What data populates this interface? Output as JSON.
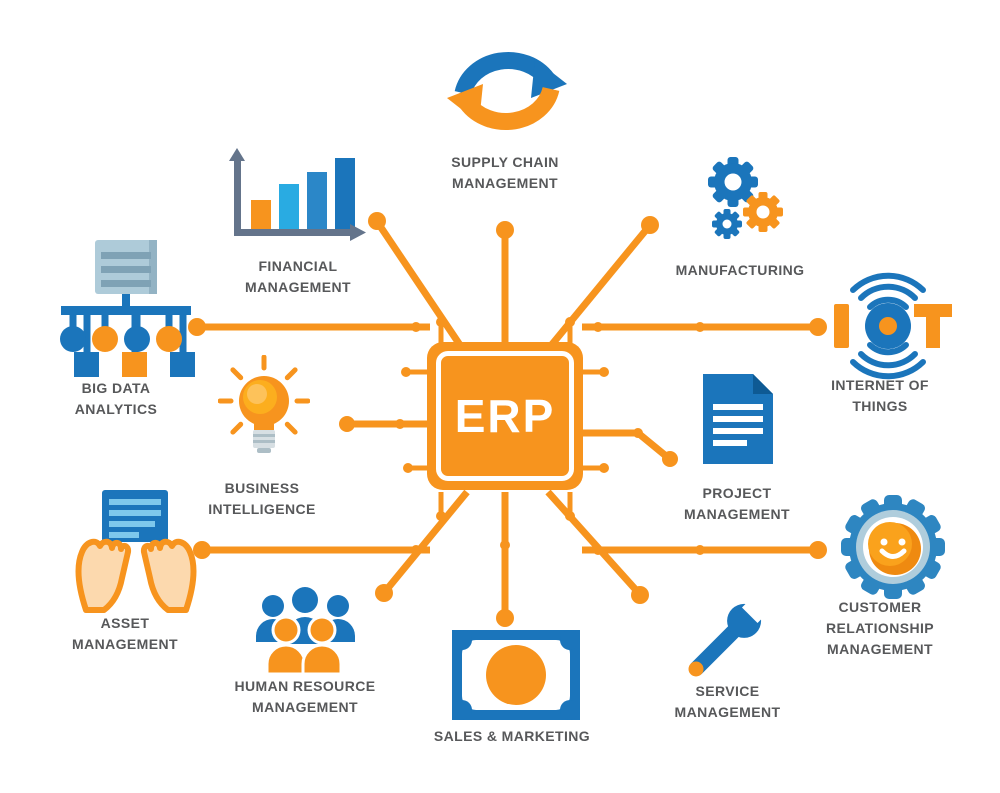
{
  "diagram": {
    "title_hidden": "",
    "center": {
      "label": "ERP"
    },
    "modules": [
      {
        "id": "supply-chain",
        "label": "SUPPLY CHAIN MANAGEMENT",
        "icon": "refresh-arrows-icon",
        "position": "top"
      },
      {
        "id": "financial",
        "label": "FINANCIAL MANAGEMENT",
        "icon": "bar-chart-icon",
        "position": "top-left"
      },
      {
        "id": "manufacturing",
        "label": "MANUFACTURING",
        "icon": "gears-icon",
        "position": "top-right"
      },
      {
        "id": "big-data",
        "label": "BIG DATA ANALYTICS",
        "icon": "data-network-icon",
        "position": "left"
      },
      {
        "id": "internet-of-things",
        "label": "INTERNET OF THINGS",
        "icon": "iot-icon",
        "position": "right"
      },
      {
        "id": "business-intelligence",
        "label": "BUSINESS INTELLIGENCE",
        "icon": "lightbulb-icon",
        "position": "mid-left"
      },
      {
        "id": "project",
        "label": "PROJECT MANAGEMENT",
        "icon": "document-icon",
        "position": "mid-right"
      },
      {
        "id": "asset",
        "label": "ASSET MANAGEMENT",
        "icon": "hands-holding-doc-icon",
        "position": "bottom-left"
      },
      {
        "id": "crm",
        "label": "CUSTOMER RELATIONSHIP MANAGEMENT",
        "icon": "gear-smiley-icon",
        "position": "bottom-right"
      },
      {
        "id": "human-resource",
        "label": "HUMAN RESOURCE MANAGEMENT",
        "icon": "people-group-icon",
        "position": "bottom"
      },
      {
        "id": "sales-marketing",
        "label": "SALES & MARKETING",
        "icon": "money-icon",
        "position": "bottom-center"
      },
      {
        "id": "service",
        "label": "SERVICE MANAGEMENT",
        "icon": "wrench-icon",
        "position": "bottom-mid-right"
      }
    ],
    "colors": {
      "orange": "#F7941E",
      "blue": "#1B75BB",
      "cyan": "#29ABE2",
      "light_blue": "#AECBD9",
      "label_text": "#57585A",
      "axis_gray": "#64748B",
      "background": "#FFFFFF"
    }
  }
}
